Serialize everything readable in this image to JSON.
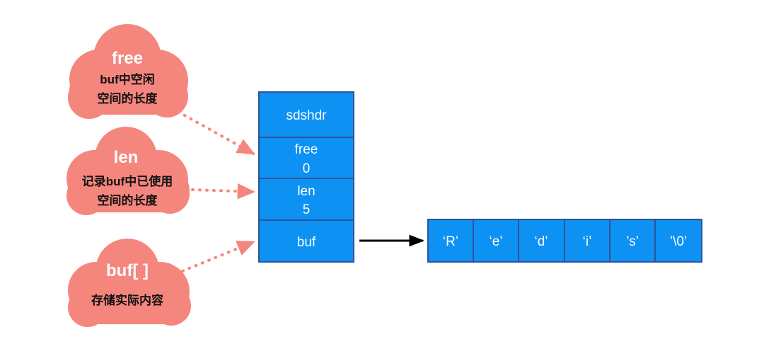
{
  "colors": {
    "background": "#ffffff",
    "cloud_fill": "#F5867E",
    "cloud_text": "#ffffff",
    "cloud_body_text": "#111111",
    "box_fill": "#0D92F4",
    "box_stroke": "#2F5496",
    "box_text": "#ffffff",
    "dotted_arrow": "#F5867E",
    "solid_arrow": "#000000"
  },
  "clouds": [
    {
      "id": "free",
      "title": "free",
      "lines": [
        "buf中空闲",
        "空间的长度"
      ]
    },
    {
      "id": "len",
      "title": "len",
      "lines": [
        "记录buf中已使用",
        "空间的长度"
      ]
    },
    {
      "id": "buf",
      "title": "buf[ ]",
      "lines": [
        "存储实际内容"
      ]
    }
  ],
  "struct_box": {
    "rows": [
      {
        "id": "sdshdr",
        "label": "sdshdr",
        "value": ""
      },
      {
        "id": "free",
        "label": "free",
        "value": "0"
      },
      {
        "id": "len",
        "label": "len",
        "value": "5"
      },
      {
        "id": "buf",
        "label": "buf",
        "value": ""
      }
    ]
  },
  "char_array": {
    "cells": [
      "‘R’",
      "‘e’",
      "‘d’",
      "‘i’",
      "’s’",
      "’\\0’"
    ]
  }
}
